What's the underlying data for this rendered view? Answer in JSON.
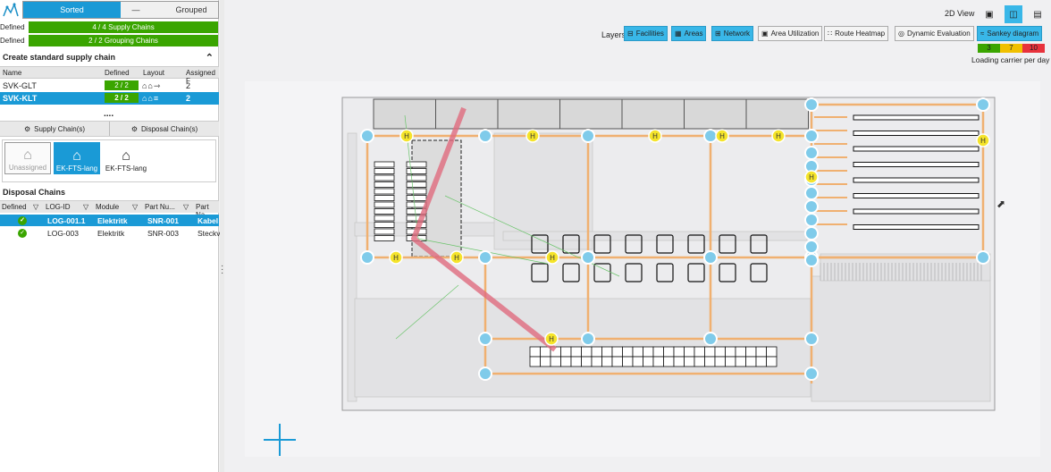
{
  "left_panel": {
    "view_toggle": {
      "sorted": "Sorted",
      "grouped": "Grouped",
      "grouped_prefix": "—"
    },
    "defined_rows": [
      {
        "label": "Defined",
        "text": "4 / 4 Supply Chains"
      },
      {
        "label": "Defined",
        "text": "2 / 2 Grouping Chains"
      }
    ],
    "create_title": "Create standard supply chain",
    "supply_table": {
      "headers": [
        "Name",
        "Defined",
        "Layout",
        "Assigned F"
      ],
      "rows": [
        {
          "name": "SVK-GLT",
          "defined": "2 / 2",
          "layout": "⌂⌂⇾",
          "assigned": "2"
        },
        {
          "name": "SVK-KLT",
          "defined": "2 / 2",
          "layout": "⌂⌂≡",
          "assigned": "2"
        }
      ],
      "more": "...."
    },
    "subtabs": [
      "Supply Chain(s)",
      "Disposal Chain(s)"
    ],
    "cards": [
      "Unassigned",
      "EK-FTS-lang",
      "EK-FTS-lang"
    ],
    "disposal_title": "Disposal Chains",
    "disposal_table": {
      "headers": [
        "Defined",
        "LOG-ID",
        "Module",
        "Part Nu...",
        "Part Na"
      ],
      "rows": [
        {
          "log_id": "LOG-001.1",
          "module": "Elektritk",
          "part_no": "SNR-001",
          "part_name": "Kabel"
        },
        {
          "log_id": "LOG-003",
          "module": "Elektritk",
          "part_no": "SNR-003",
          "part_name": "Steckv"
        }
      ]
    }
  },
  "toolbar": {
    "view_label": "2D View",
    "layers_label": "Layers",
    "layers": [
      {
        "label": "Facilities",
        "active": true,
        "icon": "facilities-icon"
      },
      {
        "label": "Areas",
        "active": true,
        "icon": "areas-icon"
      },
      {
        "label": "Network",
        "active": true,
        "icon": "network-icon"
      },
      {
        "label": "Area Utilization",
        "active": false,
        "icon": "utilization-icon"
      },
      {
        "label": "Route Heatmap",
        "active": false,
        "icon": "heatmap-icon"
      },
      {
        "label": "Dynamic Evaluation",
        "active": false,
        "icon": "evaluation-icon"
      },
      {
        "label": "Sankey diagram",
        "active": true,
        "icon": "sankey-icon"
      }
    ],
    "legend_values": [
      "3",
      "7",
      "10"
    ],
    "legend_colors": [
      "#3aa500",
      "#f0c000",
      "#e8323c"
    ],
    "legend_title": "Loading carrier per day"
  },
  "colors": {
    "accent": "#1a9ad6",
    "success": "#3aa500",
    "route": "#f0b070",
    "node": "#7fcbea",
    "hub": "#f5e42a",
    "flow": "#e06b7e"
  }
}
